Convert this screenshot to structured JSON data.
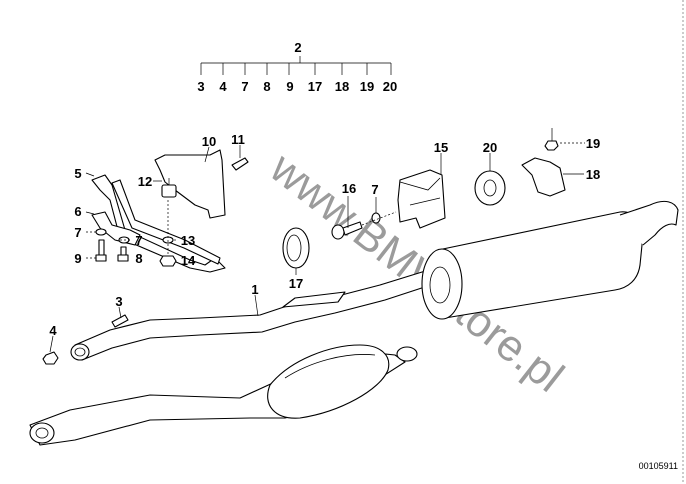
{
  "diagram": {
    "assembly_label": "2",
    "assembly_components": [
      "3",
      "4",
      "7",
      "8",
      "9",
      "17",
      "18",
      "19",
      "20"
    ],
    "callouts": {
      "c1": "1",
      "c3": "3",
      "c4": "4",
      "c5": "5",
      "c6": "6",
      "c7a": "7",
      "c7b": "7",
      "c7c": "7",
      "c8": "8",
      "c9": "9",
      "c10": "10",
      "c11": "11",
      "c12": "12",
      "c13": "13",
      "c14": "14",
      "c15": "15",
      "c16": "16",
      "c17": "17",
      "c18": "18",
      "c19": "19",
      "c20": "20"
    },
    "watermark": "www.BMWstore.pl",
    "diagram_code": "00105911"
  }
}
